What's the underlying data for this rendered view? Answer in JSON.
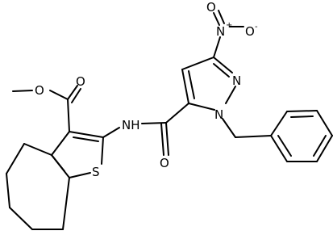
{
  "molecule": {
    "atoms": {
      "ester_o_methoxy": "O",
      "ester_o_carbonyl": "O",
      "nitro_n": "N",
      "nitro_n_charge": "+",
      "nitro_o_double": "O",
      "nitro_o_single": "O",
      "nitro_o_charge": "-",
      "pyrazole_n2": "N",
      "pyrazole_n1": "N",
      "amide_nh": "NH",
      "amide_o": "O",
      "thiophene_s": "S"
    }
  }
}
